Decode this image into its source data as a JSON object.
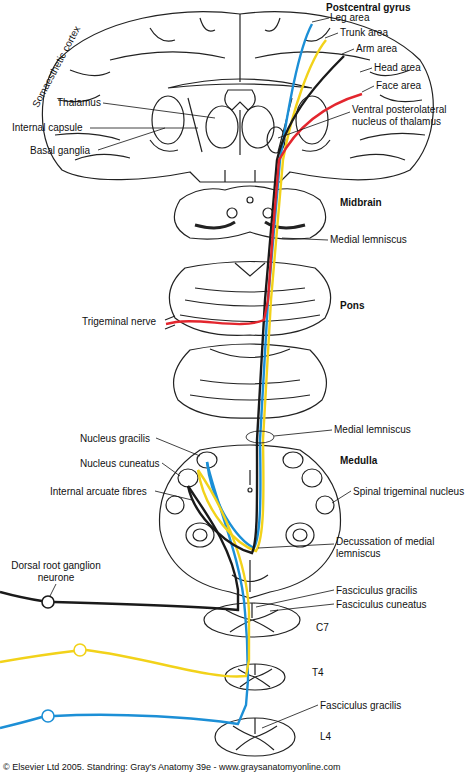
{
  "diagram": {
    "labels": [
      "Postcentral gyrus",
      "Somaesthetic cortex",
      "Leg area",
      "Trunk area",
      "Arm area",
      "Head area",
      "Thalamus",
      "Face area",
      "Internal capsule",
      "Ventral posterolateral nucleus of thalamus",
      "Basal ganglia",
      "Midbrain",
      "Medial lemniscus",
      "Pons",
      "Trigeminal nerve",
      "Medial lemniscus",
      "Nucleus gracilis",
      "Medulla",
      "Nucleus cuneatus",
      "Internal arcuate fibres",
      "Spinal trigeminal nucleus",
      "Decussation of medial lemniscus",
      "Dorsal root ganglion neurone",
      "Fasciculus gracilis",
      "Fasciculus cuneatus",
      "C7",
      "T4",
      "Fasciculus gracilis",
      "L4",
      "© Elsevier Ltd 2005. Standring: Gray's Anatomy 39e - www.graysanatomyonline.com"
    ]
  }
}
